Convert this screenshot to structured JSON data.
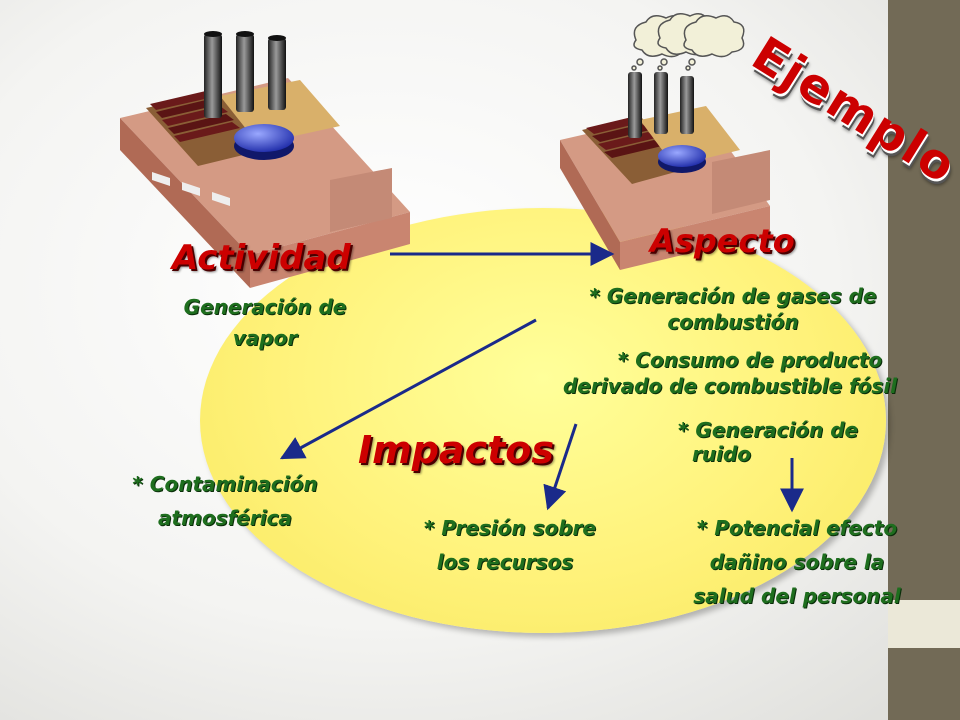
{
  "title": "Ejemplo",
  "colors": {
    "heading": "#cc0000",
    "body_text": "#1e6e1e",
    "arrow": "#1a2a8a",
    "ellipse": "#fff27a",
    "sidebar": "#726a56"
  },
  "icons": [
    "factory-icon",
    "polluting-factory-icon",
    "smoke-cloud-icon"
  ],
  "actividad": {
    "heading": "Actividad",
    "line1": "Generación de",
    "line2": "vapor"
  },
  "aspecto": {
    "heading": "Aspecto",
    "item1_line1": "* Generación de gases de",
    "item1_line2": "combustión",
    "item2_line1": "* Consumo de producto",
    "item2_line2": "derivado de combustible fósil",
    "item3_line1": "* Generación de",
    "item3_line2": "ruido"
  },
  "impactos": {
    "heading": "Impactos",
    "item1_line1": "* Contaminación",
    "item1_line2": "atmosférica",
    "item2_line1": "* Presión sobre",
    "item2_line2": "los recursos",
    "item3_line1": "* Potencial efecto",
    "item3_line2": "dañino sobre la",
    "item3_line3": "salud del personal"
  }
}
